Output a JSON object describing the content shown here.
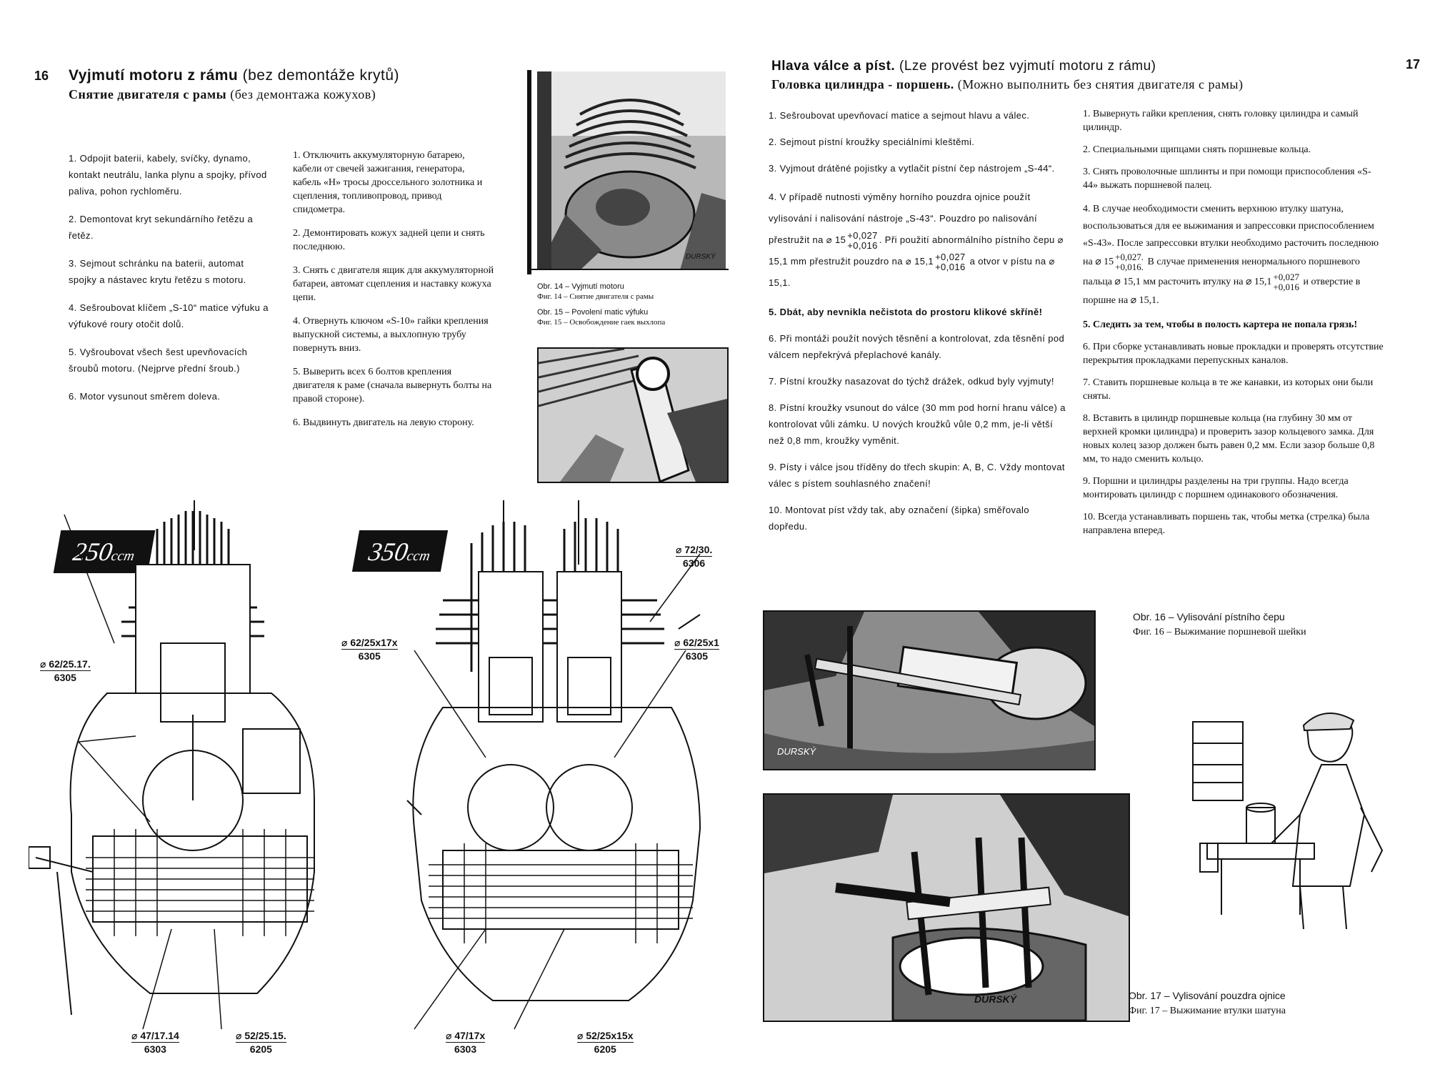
{
  "left": {
    "page_number": "16",
    "title_cz": "Vyjmutí motoru z rámu",
    "title_cz_sub": "(bez demontáže krytů)",
    "title_ru": "Снятие двигателя с рамы",
    "title_ru_sub": "(без демонтажа кожухов)",
    "items_cz": [
      "1. Odpojit baterii, kabely, svíčky, dynamo, kontakt neutrálu, lanka plynu a spojky, přívod paliva, pohon rychloměru.",
      "2. Demontovat kryt sekundárního řetězu a řetěz.",
      "3. Sejmout schránku na baterii, automat spojky a nástavec krytu řetězu s motoru.",
      "4. Sešroubovat klíčem „S-10“ matice výfuku a výfukové roury otočit dolů.",
      "5. Vyšroubovat všech šest upevňovacích šroubů motoru. (Nejprve přední šroub.)",
      "6. Motor vysunout směrem doleva."
    ],
    "items_ru": [
      "1. Отключить аккумуляторную батарею, кабели от свечей зажигания, генератора, кабель «Н» тросы дроссельного золотника и сцепления, топливопровод, привод спидометра.",
      "2. Демонтировать кожух задней цепи и снять последнюю.",
      "3. Снять с двигателя ящик для аккумуляторной батареи, автомат сцепления и наставку кожуха цепи.",
      "4. Отвернуть ключом «S-10» гайки крепления выпускной системы, а выхлопную трубу повернуть вниз.",
      "5. Выверить всех 6 болтов крепления двигателя к раме (сначала вывернуть болты на правой стороне).",
      "6. Выдвинуть двигатель на левую сторону."
    ],
    "fig14_cz": "Obr. 14 – Vyjmutí motoru",
    "fig14_ru": "Фиг. 14 – Снятие двигателя с рамы",
    "fig15_cz": "Obr. 15 – Povolení matic výfuku",
    "fig15_ru": "Фиг. 15 – Освобождение гаек выхлопа",
    "engine250": {
      "badge": "250",
      "unit": "ccm",
      "dim_left": "⌀ 62/25.17.",
      "dim_left_code": "6305",
      "dim_bottom_left": "⌀ 47/17.14",
      "dim_bottom_left_code": "6303",
      "dim_bottom_right": "⌀ 52/25.15.",
      "dim_bottom_right_code": "6205"
    },
    "engine350": {
      "badge": "350",
      "unit": "ccm",
      "dim_top_right": "⌀ 72/30.",
      "dim_top_right_code": "6306",
      "dim_left": "⌀ 62/25x17x",
      "dim_left_code": "6305",
      "dim_right": "⌀ 62/25x1",
      "dim_right_code": "6305",
      "dim_bottom_left": "⌀ 47/17x",
      "dim_bottom_left_code": "6303",
      "dim_bottom_right": "⌀ 52/25x15x",
      "dim_bottom_right_code": "6205"
    },
    "signature": "DURSKÝ"
  },
  "right": {
    "page_number": "17",
    "title_cz": "Hlava válce a píst.",
    "title_cz_sub": "(Lze provést bez vyjmutí motoru z rámu)",
    "title_ru": "Головка цилиндра - поршень.",
    "title_ru_sub": "(Можно выполнить без снятия двигателя с рамы)",
    "items_cz": {
      "i1": "1. Sešroubovat upevňovací matice a sejmout hlavu a válec.",
      "i2": "2. Sejmout pístní kroužky speciálními kleštěmi.",
      "i3": "3. Vyjmout drátěné pojistky a vytlačit pístní čep nástrojem „S-44“.",
      "i4a": "4. V případě nutnosti výměny horního pouzdra ojnice použít vylisování i nalisování nástroje „S-43“. Pouzdro po nalisování přestružit na",
      "i4_d1": "⌀ 15",
      "i4_f1_top": "+0,027",
      "i4_f1_bot": "+0,016",
      "i4b": ". Při použití abnormálního pístního čepu ⌀ 15,1 mm přestružit pouzdro na",
      "i4_d2": "⌀ 15,1",
      "i4_f2_top": "+0,027",
      "i4_f2_bot": "+0,016",
      "i4c": "a otvor v pístu na ⌀ 15,1.",
      "i5": "5. Dbát, aby nevnikla nečistota do prostoru klikové skříně!",
      "i6": "6. Při montáži použít nových těsnění a kontrolovat, zda těsnění pod válcem nepřekrývá přeplachové kanály.",
      "i7": "7. Pístní kroužky nasazovat do týchž drážek, odkud byly vyjmuty!",
      "i8": "8. Pístní kroužky vsunout do válce (30 mm pod horní hranu válce) a kontrolovat vůli zámku. U nových kroužků vůle 0,2 mm, je-li větší než 0,8 mm, kroužky vyměnit.",
      "i9": "9. Písty i válce jsou tříděny do třech skupin: A, B, C. Vždy montovat válec s pístem souhlasného značení!",
      "i10": "10. Montovat píst vždy tak, aby označení (šipka) směřovalo dopředu."
    },
    "items_ru": {
      "i1": "1. Вывернуть гайки крепления, снять головку цилиндра и самый цилиндр.",
      "i2": "2. Специальными щипцами снять поршневые кольца.",
      "i3": "3. Снять проволочные шплинты и при помощи приспособления «S-44» выжать поршневой палец.",
      "i4a": "4. В случае необходимости сменить верхнюю втулку шатуна, воспользоваться для ее выжимания и запрессовки приспособлением «S-43». После запрессовки втулки необходимо расточить последнюю на",
      "i4_d1": "⌀ 15",
      "i4_f1_top": "+0,027.",
      "i4_f1_bot": "+0,016.",
      "i4b": "В случае применения ненормального поршневого пальца ⌀ 15,1 мм расточить втулку на",
      "i4_d2": "⌀ 15,1",
      "i4_f2_top": "+0,027",
      "i4_f2_bot": "+0,016",
      "i4c": "и отверстие в поршне на ⌀ 15,1.",
      "i5": "5. Следить за тем, чтобы в полость картера не попала грязь!",
      "i6": "6. При сборке устанавливать новые прокладки и проверять отсутствие перекрытия прокладками перепускных каналов.",
      "i7": "7. Ставить поршневые кольца в те же канавки, из которых они были сняты.",
      "i8": "8. Вставить в цилиндр поршневые кольца (на глубину 30 мм от верхней кромки цилиндра) и проверить зазор кольцевого замка. Для новых колец зазор должен быть равен 0,2 мм. Если зазор больше 0,8 мм, то надо сменить кольцо.",
      "i9": "9. Поршни и цилиндры разделены на три группы. Надо всегда монтировать цилиндр с поршнем одинакового обозначения.",
      "i10": "10. Всегда устанавливать поршень так, чтобы метка (стрелка) была направлена вперед."
    },
    "fig16_cz": "Obr. 16 – Vylisování pístního čepu",
    "fig16_ru": "Фиг. 16 – Выжимание поршневой шейки",
    "fig17_cz": "Obr. 17 – Vylisování pouzdra ojnice",
    "fig17_ru": "Фиг. 17 – Выжимание втулки шатуна",
    "signature": "DURSKÝ"
  }
}
